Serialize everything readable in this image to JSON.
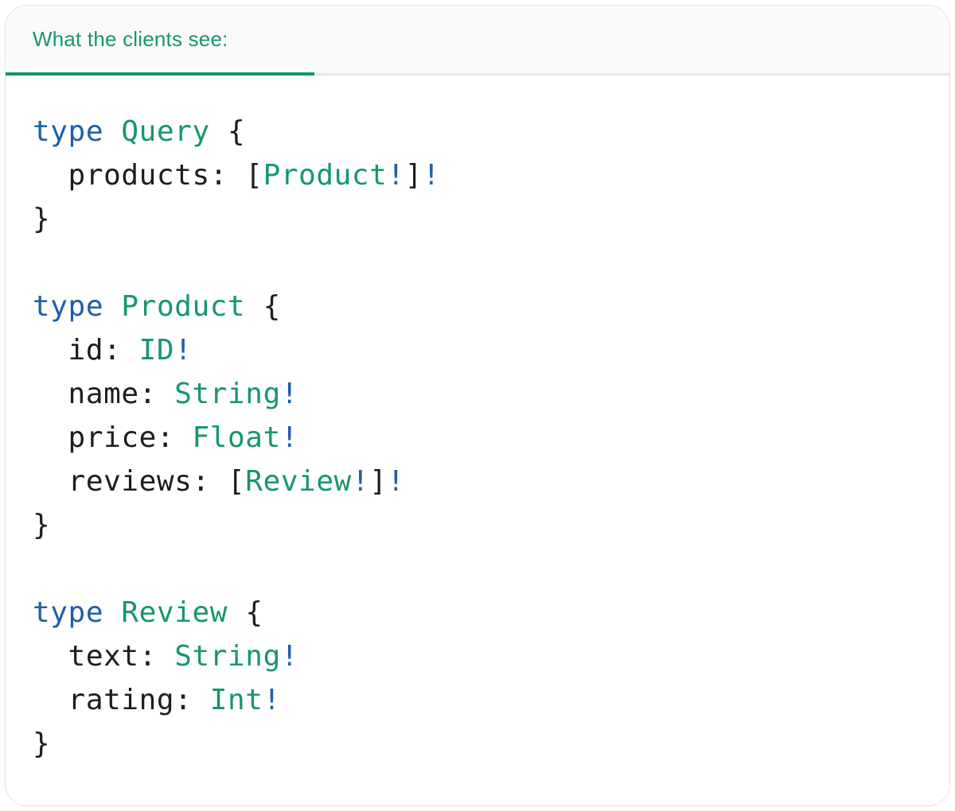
{
  "panel": {
    "tab_label": "What the clients see:"
  },
  "colors": {
    "accent_green": "#16966C",
    "tab_text": "#17976C",
    "keyword_blue": "#1E5FA5",
    "type_teal": "#17966E",
    "plain_dark": "#1D1D1F",
    "bang_blue": "#1E5FA5",
    "header_bg": "#FAFAFA",
    "divider_gray": "#E7E7E7",
    "panel_border_green": "#D5EADE"
  },
  "code": {
    "language": "graphql",
    "lines": [
      [
        {
          "t": "type",
          "c": "kw"
        },
        {
          "t": " ",
          "c": "pl"
        },
        {
          "t": "Query",
          "c": "ty"
        },
        {
          "t": " {",
          "c": "pl"
        }
      ],
      [
        {
          "t": "  products: [",
          "c": "pl"
        },
        {
          "t": "Product",
          "c": "ty"
        },
        {
          "t": "!",
          "c": "bang"
        },
        {
          "t": "]",
          "c": "pl"
        },
        {
          "t": "!",
          "c": "bang"
        }
      ],
      [
        {
          "t": "}",
          "c": "pl"
        }
      ],
      [],
      [
        {
          "t": "type",
          "c": "kw"
        },
        {
          "t": " ",
          "c": "pl"
        },
        {
          "t": "Product",
          "c": "ty"
        },
        {
          "t": " {",
          "c": "pl"
        }
      ],
      [
        {
          "t": "  id: ",
          "c": "pl"
        },
        {
          "t": "ID",
          "c": "ty"
        },
        {
          "t": "!",
          "c": "bang"
        }
      ],
      [
        {
          "t": "  name: ",
          "c": "pl"
        },
        {
          "t": "String",
          "c": "ty"
        },
        {
          "t": "!",
          "c": "bang"
        }
      ],
      [
        {
          "t": "  price: ",
          "c": "pl"
        },
        {
          "t": "Float",
          "c": "ty"
        },
        {
          "t": "!",
          "c": "bang"
        }
      ],
      [
        {
          "t": "  reviews: [",
          "c": "pl"
        },
        {
          "t": "Review",
          "c": "ty"
        },
        {
          "t": "!",
          "c": "bang"
        },
        {
          "t": "]",
          "c": "pl"
        },
        {
          "t": "!",
          "c": "bang"
        }
      ],
      [
        {
          "t": "}",
          "c": "pl"
        }
      ],
      [],
      [
        {
          "t": "type",
          "c": "kw"
        },
        {
          "t": " ",
          "c": "pl"
        },
        {
          "t": "Review",
          "c": "ty"
        },
        {
          "t": " {",
          "c": "pl"
        }
      ],
      [
        {
          "t": "  text: ",
          "c": "pl"
        },
        {
          "t": "String",
          "c": "ty"
        },
        {
          "t": "!",
          "c": "bang"
        }
      ],
      [
        {
          "t": "  rating: ",
          "c": "pl"
        },
        {
          "t": "Int",
          "c": "ty"
        },
        {
          "t": "!",
          "c": "bang"
        }
      ],
      [
        {
          "t": "}",
          "c": "pl"
        }
      ]
    ]
  }
}
